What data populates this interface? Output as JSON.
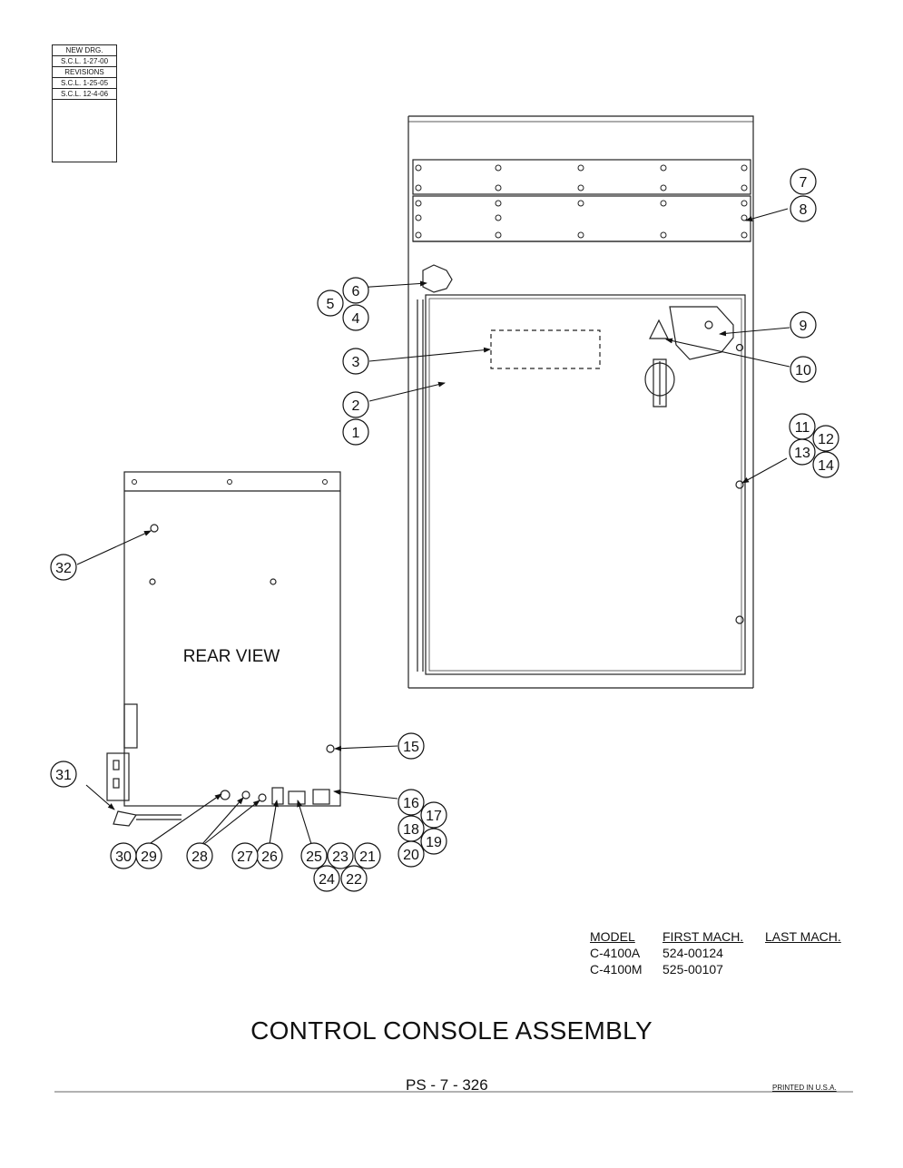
{
  "revisions": {
    "new_drg_label": "NEW DRG.",
    "new_drg_date": "S.C.L. 1-27-00",
    "revisions_label": "REVISIONS",
    "rev1": "S.C.L. 1-25-05",
    "rev2": "S.C.L. 12-4-06"
  },
  "drawing": {
    "rear_view_label": "REAR VIEW",
    "callouts": [
      "1",
      "2",
      "3",
      "4",
      "5",
      "6",
      "7",
      "8",
      "9",
      "10",
      "11",
      "12",
      "13",
      "14",
      "15",
      "16",
      "17",
      "18",
      "19",
      "20",
      "21",
      "22",
      "23",
      "24",
      "25",
      "26",
      "27",
      "28",
      "29",
      "30",
      "31",
      "32"
    ]
  },
  "model_table": {
    "headers": [
      "MODEL",
      "FIRST MACH.",
      "LAST MACH."
    ],
    "rows": [
      [
        "C-4100A",
        "524-00124",
        ""
      ],
      [
        "C-4100M",
        "525-00107",
        ""
      ]
    ]
  },
  "title": "CONTROL CONSOLE ASSEMBLY",
  "page_number": "PS - 7 - 326",
  "printed": "PRINTED IN U.S.A."
}
